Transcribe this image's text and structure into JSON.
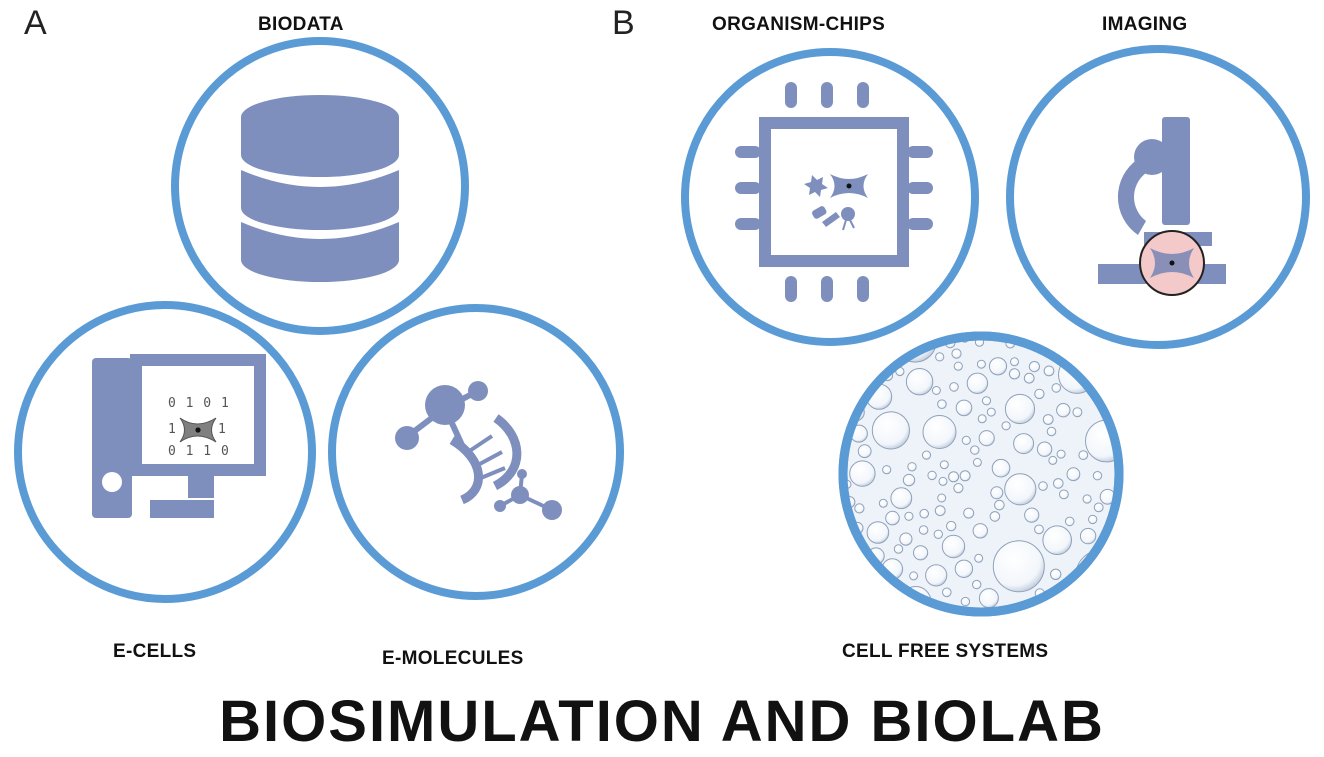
{
  "panels": {
    "a": {
      "letter": "A"
    },
    "b": {
      "letter": "B"
    }
  },
  "labels": {
    "biodata": "BIODATA",
    "e_cells": "E-CELLS",
    "e_molecules": "E-MOLECULES",
    "organism_chips": "ORGANISM-CHIPS",
    "imaging": "IMAGING",
    "cell_free": "CELL FREE SYSTEMS"
  },
  "binary": {
    "row1": "0 1 0 1",
    "row2_left": "1",
    "row2_right": "1",
    "row3": "0 1 1 0"
  },
  "title": "BIOSIMULATION AND BIOLAB",
  "colors": {
    "ring": "#5b9bd5",
    "icon": "#7f8fbd",
    "cell_pink": "#f4c9c9"
  }
}
